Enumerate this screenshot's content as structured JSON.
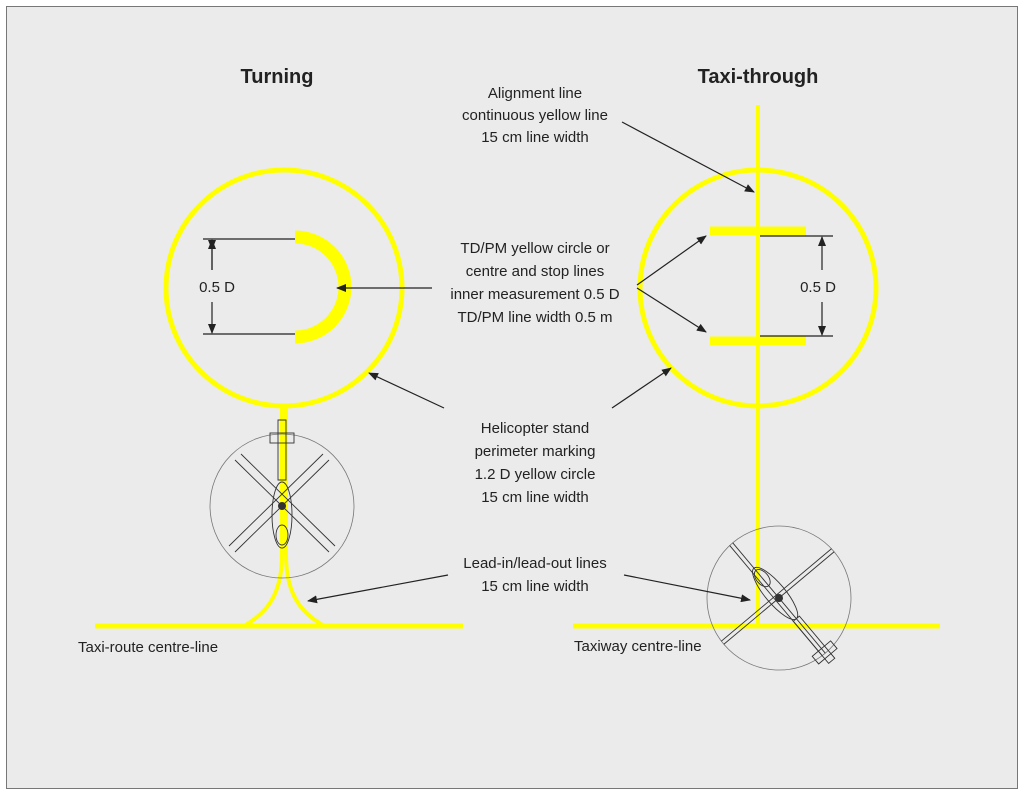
{
  "titles": {
    "turning": "Turning",
    "taxi_through": "Taxi-through"
  },
  "dimension_labels": {
    "left": "0.5 D",
    "right": "0.5 D"
  },
  "callouts": {
    "alignment": [
      "Alignment line",
      "continuous yellow line",
      "15 cm line width"
    ],
    "tdpm": [
      "TD/PM yellow circle or",
      "centre and stop lines",
      "inner measurement 0.5 D",
      "TD/PM line width 0.5 m"
    ],
    "perimeter": [
      "Helicopter stand",
      "perimeter marking",
      "1.2 D yellow circle",
      "15 cm line width"
    ],
    "leadin": [
      "Lead-in/lead-out lines",
      "15 cm line width"
    ]
  },
  "centreline_labels": {
    "left": "Taxi-route centre-line",
    "right": "Taxiway centre-line"
  },
  "colors": {
    "marking": "#ffff00",
    "background": "#ebebeb",
    "text": "#222222"
  }
}
